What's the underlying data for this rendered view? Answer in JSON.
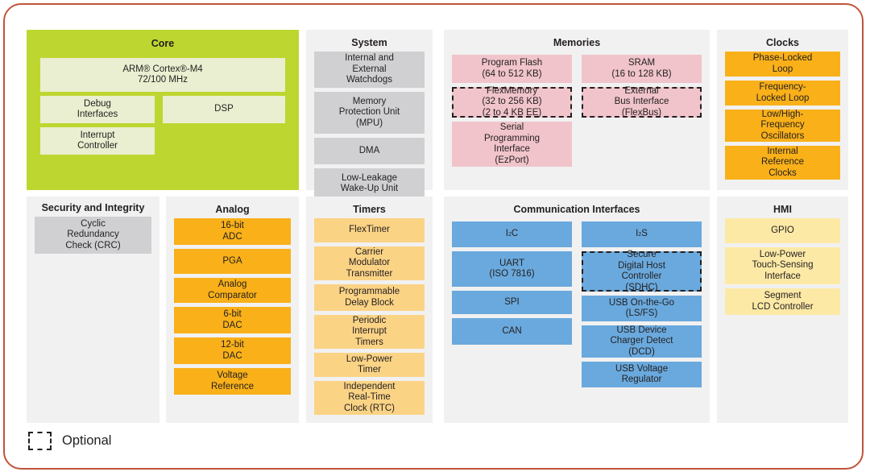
{
  "colors": {
    "frame_border": "#c0543a",
    "panel_bg": "#f1f1f1",
    "core_green": "#bed630",
    "core_block": "#e9efd0",
    "grey_block": "#d0d0d2",
    "pink_block": "#f0c4ca",
    "orange_block": "#f9b019",
    "light_orange_block": "#fbd385",
    "blue_block": "#6aa9dd",
    "yellow_block": "#fde9a6"
  },
  "panels": {
    "core": {
      "title": "Core",
      "blocks": {
        "cpu": "ARM® Cortex®-M4\n72/100 MHz",
        "debug": "Debug\nInterfaces",
        "dsp": "DSP",
        "interrupt": "Interrupt\nController"
      }
    },
    "system": {
      "title": "System",
      "blocks": [
        {
          "label": "Internal and\nExternal\nWatchdogs",
          "optional": false
        },
        {
          "label": "Memory\nProtection Unit\n(MPU)",
          "optional": false
        },
        {
          "label": "DMA",
          "optional": false
        },
        {
          "label": "Low-Leakage\nWake-Up Unit",
          "optional": false
        }
      ]
    },
    "memories": {
      "title": "Memories",
      "left_blocks": [
        {
          "label": "Program Flash\n(64 to 512 KB)",
          "optional": false
        },
        {
          "label": "FlexMemory\n(32 to 256 KB)\n(2 to 4 KB EE)",
          "optional": true
        },
        {
          "label": "Serial\nProgramming\nInterface\n(EzPort)",
          "optional": false
        }
      ],
      "right_blocks": [
        {
          "label": "SRAM\n(16 to 128 KB)",
          "optional": false
        },
        {
          "label": "External\nBus Interface\n(FlexBus)",
          "optional": true
        }
      ]
    },
    "clocks": {
      "title": "Clocks",
      "blocks": [
        {
          "label": "Phase-Locked\nLoop",
          "optional": false
        },
        {
          "label": "Frequency-\nLocked Loop",
          "optional": false
        },
        {
          "label": "Low/High-\nFrequency\nOscillators",
          "optional": false
        },
        {
          "label": "Internal\nReference\nClocks",
          "optional": false
        }
      ]
    },
    "security": {
      "title": "Security\nand Integrity",
      "blocks": [
        {
          "label": "Cyclic\nRedundancy\nCheck (CRC)",
          "optional": false
        }
      ]
    },
    "analog": {
      "title": "Analog",
      "blocks": [
        {
          "label": "16-bit\nADC",
          "optional": false
        },
        {
          "label": "PGA",
          "optional": false
        },
        {
          "label": "Analog\nComparator",
          "optional": false
        },
        {
          "label": "6-bit\nDAC",
          "optional": false
        },
        {
          "label": "12-bit\nDAC",
          "optional": false
        },
        {
          "label": "Voltage\nReference",
          "optional": false
        }
      ]
    },
    "timers": {
      "title": "Timers",
      "blocks": [
        {
          "label": "FlexTimer",
          "optional": false
        },
        {
          "label": "Carrier\nModulator\nTransmitter",
          "optional": false
        },
        {
          "label": "Programmable\nDelay Block",
          "optional": false
        },
        {
          "label": "Periodic\nInterrupt\nTimers",
          "optional": false
        },
        {
          "label": "Low-Power\nTimer",
          "optional": false
        },
        {
          "label": "Independent\nReal-Time\nClock (RTC)",
          "optional": false
        }
      ]
    },
    "communication": {
      "title": "Communication Interfaces",
      "left_blocks": [
        {
          "label": "I2C",
          "html": "I<sup>2</sup>C",
          "optional": false
        },
        {
          "label": "UART\n(ISO 7816)",
          "optional": false
        },
        {
          "label": "SPI",
          "optional": false
        },
        {
          "label": "CAN",
          "optional": false
        }
      ],
      "right_blocks": [
        {
          "label": "I2S",
          "html": "I<sup>2</sup>S",
          "optional": false
        },
        {
          "label": "Secure\nDigital Host\nController\n(SDHC)",
          "optional": true
        },
        {
          "label": "USB On-the-Go\n(LS/FS)",
          "optional": false
        },
        {
          "label": "USB Device\nCharger Detect\n(DCD)",
          "optional": false
        },
        {
          "label": "USB Voltage\nRegulator",
          "optional": false
        }
      ]
    },
    "hmi": {
      "title": "HMI",
      "blocks": [
        {
          "label": "GPIO",
          "optional": false
        },
        {
          "label": "Low-Power\nTouch-Sensing\nInterface",
          "optional": false
        },
        {
          "label": "Segment\nLCD Controller",
          "optional": false
        }
      ]
    }
  },
  "legend": {
    "label": "Optional",
    "swatch_style": "dashed-outline"
  }
}
